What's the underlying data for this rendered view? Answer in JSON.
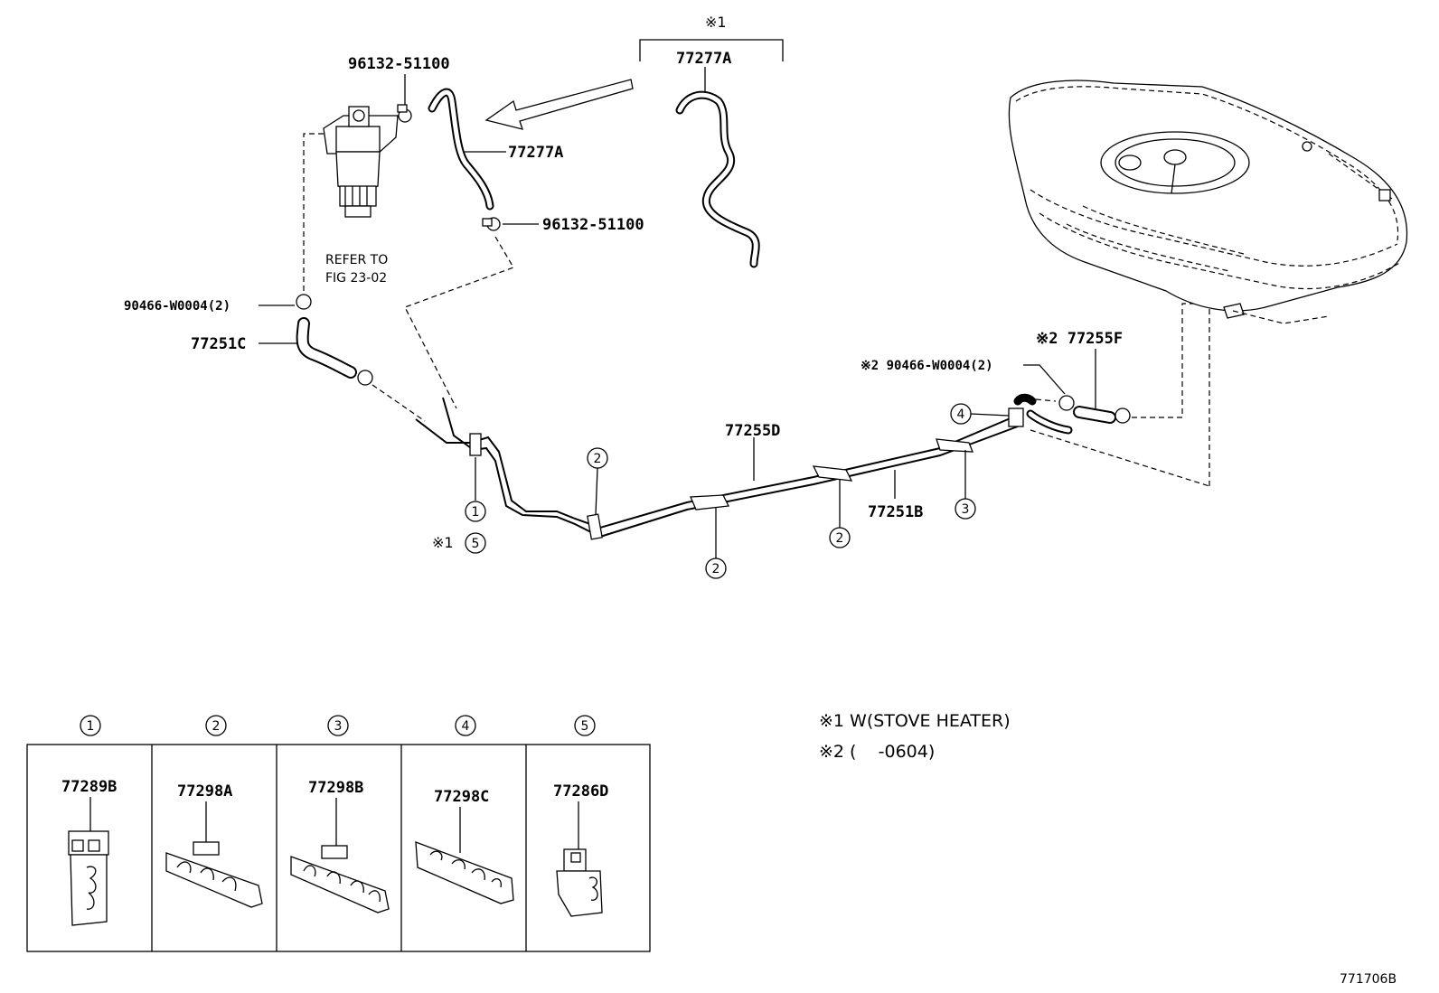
{
  "labels": {
    "note1_marker": "※1",
    "hose_top_box": "77277A",
    "clamp_top_left": "96132-51100",
    "hose_middle": "77277A",
    "clamp_middle_right": "96132-51100",
    "refer_line1": "REFER TO",
    "refer_line2": "FIG 23-02",
    "clip_left": "90466-W0004(2)",
    "hose_left": "77251C",
    "hose_right": "※2 77255F",
    "clip_right": "※2 90466-W0004(2)",
    "pipe_upper": "77255D",
    "pipe_lower": "77251B"
  },
  "callouts": {
    "c1": "1",
    "c5": "5",
    "c5_prefix": "※1",
    "c2a": "2",
    "c2b": "2",
    "c2c": "2",
    "c3": "3",
    "c4": "4"
  },
  "legend": {
    "items": [
      {
        "num": "1",
        "part": "77289B"
      },
      {
        "num": "2",
        "part": "77298A"
      },
      {
        "num": "3",
        "part": "77298B"
      },
      {
        "num": "4",
        "part": "77298C"
      },
      {
        "num": "5",
        "part": "77286D"
      }
    ]
  },
  "notes": {
    "note1": "※1 W(STOVE HEATER)",
    "note2": "※2 (    -0604)"
  },
  "figure_id": "771706B"
}
